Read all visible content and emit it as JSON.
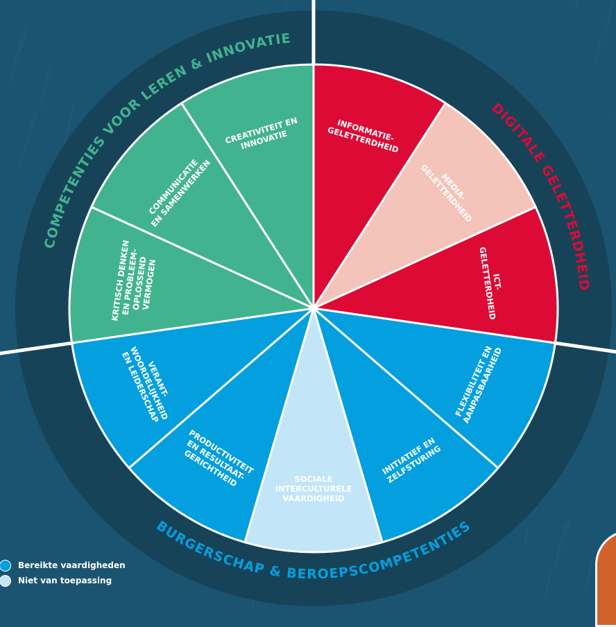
{
  "wheel": {
    "segments": [
      {
        "id": "informatie",
        "lines": [
          "INFORMATIE-",
          "GELETTERDHEID"
        ],
        "color": "#dc0a35",
        "text_color": "#ffffff"
      },
      {
        "id": "media",
        "lines": [
          "MEDIA-",
          "GELETTERDHEID"
        ],
        "color": "#f4c3b9",
        "text_color": "#ffffff"
      },
      {
        "id": "ict",
        "lines": [
          "ICT-",
          "GELETTERDHEID"
        ],
        "color": "#dc0a35",
        "text_color": "#ffffff"
      },
      {
        "id": "flexibiliteit",
        "lines": [
          "FLEXIBILITEIT EN",
          "AANPASBAARHEID"
        ],
        "color": "#049fdf",
        "text_color": "#ffffff"
      },
      {
        "id": "initiatief",
        "lines": [
          "INITIATIEF EN",
          "ZELFSTURING"
        ],
        "color": "#049fdf",
        "text_color": "#ffffff"
      },
      {
        "id": "sociale",
        "lines": [
          "SOCIALE",
          "INTERCULTURELE",
          "VAARDIGHEID"
        ],
        "color": "#c2e5f7",
        "text_color": "#ffffff"
      },
      {
        "id": "productiviteit",
        "lines": [
          "PRODUCTIVITEIT",
          "EN RESULTAAT-",
          "GERICHTHEID"
        ],
        "color": "#049fdf",
        "text_color": "#ffffff"
      },
      {
        "id": "verantwoordelijkheid",
        "lines": [
          "VERANT-",
          "WOORDELIJKHEID",
          "EN LEIDERSCHAP"
        ],
        "color": "#049fdf",
        "text_color": "#ffffff"
      },
      {
        "id": "kritisch",
        "lines": [
          "KRITISCH DENKEN",
          "EN PROBLEEM-",
          "OPLOSSEND",
          "VERMOGEN"
        ],
        "color": "#42b38f",
        "text_color": "#ffffff"
      },
      {
        "id": "communicatie",
        "lines": [
          "COMMUNICATIE",
          "EN SAMENWERKEN"
        ],
        "color": "#42b38f",
        "text_color": "#ffffff"
      },
      {
        "id": "creativiteit",
        "lines": [
          "CREATIVITEIT EN",
          "INNOVATIE"
        ],
        "color": "#42b38f",
        "text_color": "#ffffff"
      }
    ],
    "groups": [
      {
        "id": "digitale",
        "title": "DIGITALE GELETTERDHEID",
        "color": "#dc0a35"
      },
      {
        "id": "leren",
        "title": "COMPETENTIES VOOR LEREN & INNOVATIE",
        "color": "#42b38f"
      },
      {
        "id": "burgerschap",
        "title": "BURGERSCHAP & BEROEPSCOMPETENTIES",
        "color": "#049fdf"
      }
    ],
    "ring_color": "#174359"
  },
  "legend": {
    "items": [
      {
        "label": "Bereikte vaardigheden",
        "color": "#049fdf"
      },
      {
        "label": "Niet van toepassing",
        "color": "#c2e5f7"
      }
    ]
  }
}
